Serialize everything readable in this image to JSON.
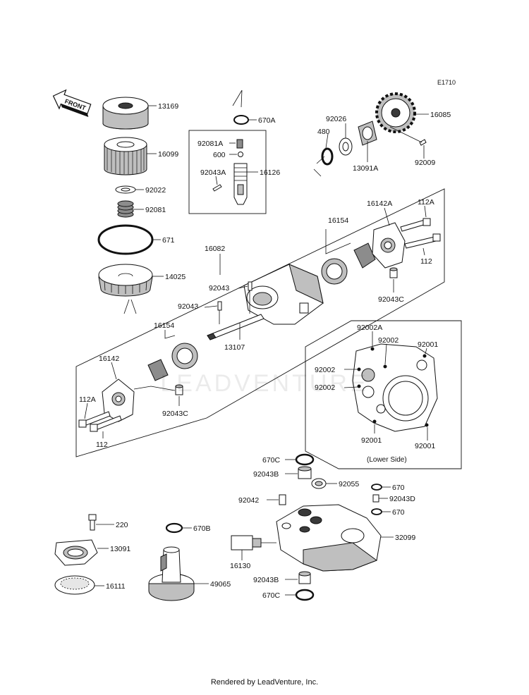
{
  "diagram": {
    "code": "E1710",
    "front_label": "FRONT",
    "lower_side_label": "(Lower Side)",
    "watermark": "LEADVENTURE",
    "footer": "Rendered by LeadVenture, Inc.",
    "parts": {
      "p13169": "13169",
      "p16099": "16099",
      "p92022": "92022",
      "p92081": "92081",
      "p671": "671",
      "p14025": "14025",
      "p670A": "670A",
      "p92081A": "92081A",
      "p600": "600",
      "p92043A": "92043A",
      "p16126": "16126",
      "p480": "480",
      "p92026": "92026",
      "p16085": "16085",
      "p13091A": "13091A",
      "p92009": "92009",
      "p16082": "16082",
      "p16154a": "16154",
      "p16142A": "16142A",
      "p112Aa": "112A",
      "p112a": "112",
      "p92043Ca": "92043C",
      "p92043a": "92043",
      "p92043b": "92043",
      "p13107": "13107",
      "p16154b": "16154",
      "p16142": "16142",
      "p112Ab": "112A",
      "p112b": "112",
      "p92043Cb": "92043C",
      "p92002A": "92002A",
      "p92002a": "92002",
      "p92001a": "92001",
      "p92002b": "92002",
      "p92002c": "92002",
      "p92001b": "92001",
      "p92001c": "92001",
      "p670Ca": "670C",
      "p92043Ba": "92043B",
      "p92055": "92055",
      "p670a": "670",
      "p92042": "92042",
      "p92043D": "92043D",
      "p670b": "670",
      "p32099": "32099",
      "p220": "220",
      "p13091": "13091",
      "p670B": "670B",
      "p16130": "16130",
      "p16111": "16111",
      "p49065": "49065",
      "p92043Bb": "92043B",
      "p670Cb": "670C"
    }
  }
}
